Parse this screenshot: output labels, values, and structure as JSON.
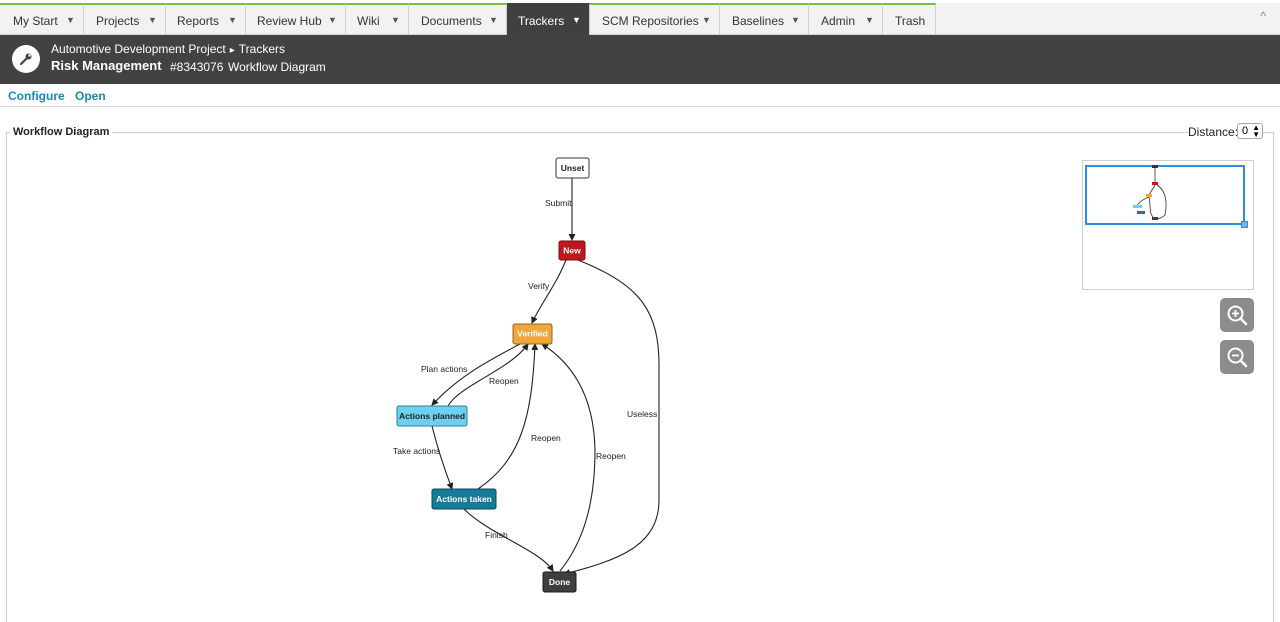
{
  "nav": {
    "tabs": [
      {
        "label": "My Start"
      },
      {
        "label": "Projects"
      },
      {
        "label": "Reports"
      },
      {
        "label": "Review Hub"
      },
      {
        "label": "Wiki"
      },
      {
        "label": "Documents"
      },
      {
        "label": "Trackers"
      },
      {
        "label": "SCM Repositories"
      },
      {
        "label": "Baselines"
      },
      {
        "label": "Admin"
      },
      {
        "label": "Trash"
      }
    ],
    "active": "Trackers",
    "dropdown_glyph": "▼",
    "collapse_glyph": "^"
  },
  "header": {
    "project": "Automotive Development Project",
    "separator": "▸",
    "section": "Trackers",
    "title": "Risk Management",
    "id": "#8343076",
    "subtitle": "Workflow Diagram",
    "logo_icon": "wrench-icon"
  },
  "actions": {
    "configure": "Configure",
    "open": "Open"
  },
  "panel": {
    "legend": "Workflow Diagram",
    "distance_label": "Distance:",
    "distance_value": "0"
  },
  "workflow": {
    "nodes": [
      {
        "id": "unset",
        "label": "Unset",
        "color": "#ffffff",
        "text_color": "#222222"
      },
      {
        "id": "new",
        "label": "New",
        "color": "#c0171c",
        "text_color": "#ffffff"
      },
      {
        "id": "verified",
        "label": "Verified",
        "color": "#f2a53a",
        "text_color": "#ffffff"
      },
      {
        "id": "actions_planned",
        "label": "Actions planned",
        "color": "#6dd1ee",
        "text_color": "#222222"
      },
      {
        "id": "actions_taken",
        "label": "Actions taken",
        "color": "#187a99",
        "text_color": "#ffffff"
      },
      {
        "id": "done",
        "label": "Done",
        "color": "#3f3f3f",
        "text_color": "#ffffff"
      }
    ],
    "transitions": [
      {
        "label": "Submit"
      },
      {
        "label": "Verify"
      },
      {
        "label": "Useless"
      },
      {
        "label": "Plan actions"
      },
      {
        "label": "Reopen"
      },
      {
        "label": "Take actions"
      },
      {
        "label": "Reopen"
      },
      {
        "label": "Reopen"
      },
      {
        "label": "Finish"
      }
    ]
  },
  "controls": {
    "zoom_in_icon": "zoom-in-icon",
    "zoom_out_icon": "zoom-out-icon"
  }
}
